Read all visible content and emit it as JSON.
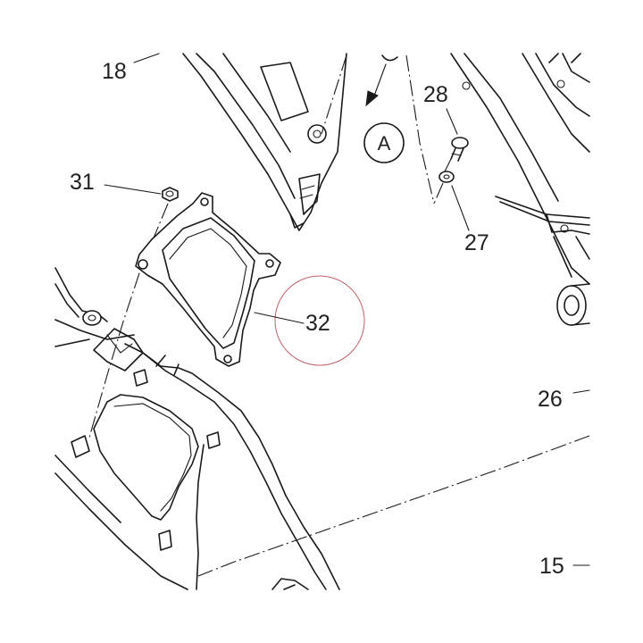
{
  "callouts": {
    "c18": "18",
    "c28": "28",
    "cA": "A",
    "c31": "31",
    "c27": "27",
    "c32": "32",
    "c26": "26",
    "c15": "15"
  },
  "colors": {
    "line": "#1a1a1a",
    "highlight_circle": "#c0606a",
    "background": "#ffffff"
  }
}
